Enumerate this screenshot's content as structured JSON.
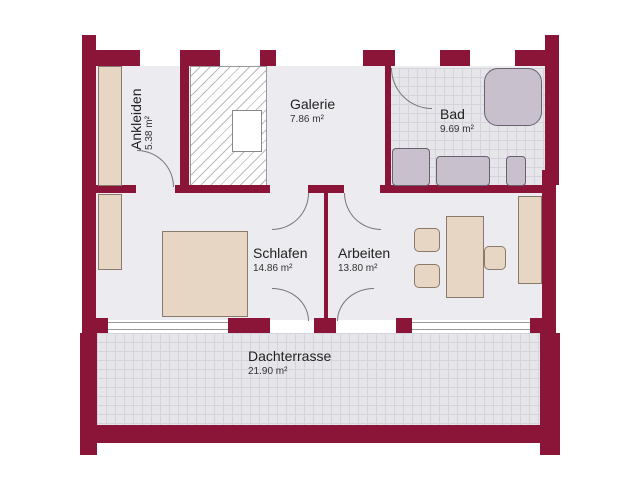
{
  "rooms": [
    {
      "name": "Ankleiden",
      "area": "5.38 m²"
    },
    {
      "name": "Galerie",
      "area": "7.86 m²"
    },
    {
      "name": "Bad",
      "area": "9.69 m²"
    },
    {
      "name": "Schlafen",
      "area": "14.86 m²"
    },
    {
      "name": "Arbeiten",
      "area": "13.80 m²"
    },
    {
      "name": "Dachterrasse",
      "area": "21.90 m²"
    }
  ],
  "colors": {
    "wall": "#8a1538",
    "floor": "#ebebf0",
    "furniture": "#e8d6c4"
  }
}
